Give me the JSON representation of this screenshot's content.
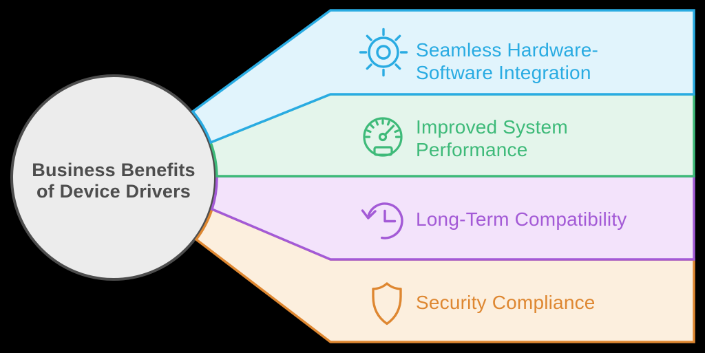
{
  "colors": {
    "background": "#000000",
    "circle_fill": "#ececec",
    "circle_border": "#4d4d4d",
    "title_text": "#4d4d4d"
  },
  "center": {
    "lines": [
      "Business Benefits",
      "of Device Drivers"
    ]
  },
  "benefits": [
    {
      "id": "seamless-integration",
      "lines": [
        "Seamless Hardware-",
        "Software Integration"
      ],
      "icon": "gear-icon",
      "color": "#29abe2",
      "fill": "#e1f4fc"
    },
    {
      "id": "improved-performance",
      "lines": [
        "Improved System",
        "Performance"
      ],
      "icon": "speedometer-icon",
      "color": "#3eba79",
      "fill": "#e4f5eb"
    },
    {
      "id": "long-term-compatibility",
      "lines": [
        "Long-Term Compatibility"
      ],
      "icon": "history-clock-icon",
      "color": "#a35ad6",
      "fill": "#f3e3fb"
    },
    {
      "id": "security-compliance",
      "lines": [
        "Security Compliance"
      ],
      "icon": "shield-icon",
      "color": "#de8731",
      "fill": "#fcefde"
    }
  ]
}
